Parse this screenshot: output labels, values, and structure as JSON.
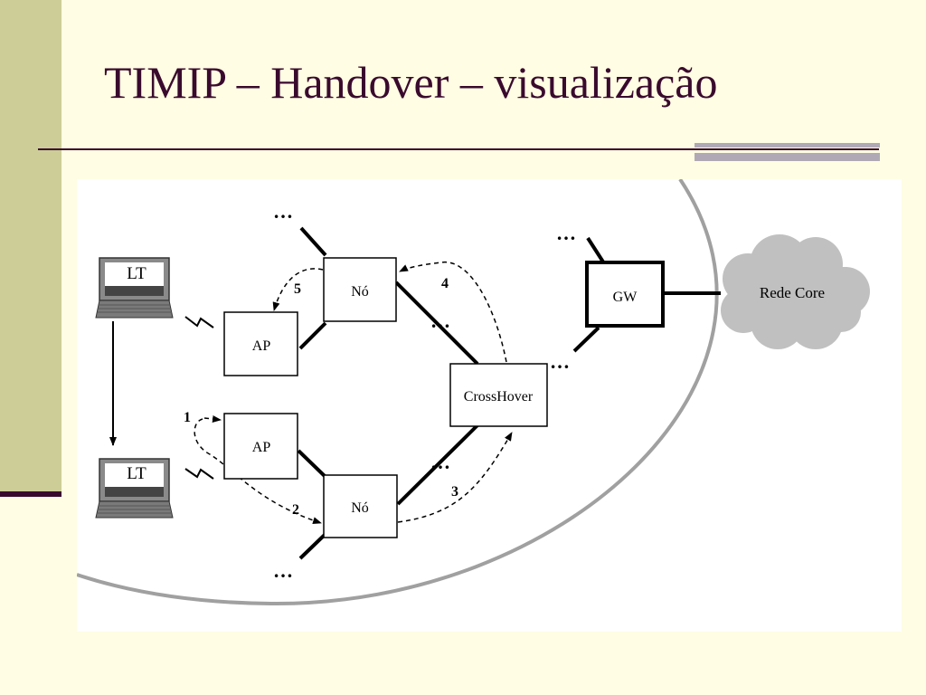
{
  "slide": {
    "title": "TIMIP – Handover – visualização"
  },
  "diagram": {
    "laptops": [
      {
        "label": "LT"
      },
      {
        "label": "LT"
      }
    ],
    "nodes": {
      "ap_top": "AP",
      "ap_bottom": "AP",
      "no_top": "Nó",
      "no_bottom": "Nó",
      "crosshover": "CrossHover",
      "gw": "GW"
    },
    "cloud_label": "Rede Core",
    "ellipsis": "…",
    "steps": [
      "1",
      "2",
      "3",
      "4",
      "5"
    ]
  },
  "colors": {
    "title": "#3a0a2e",
    "background": "#fffde3",
    "sidebar": "#cdcd98",
    "cloud": "#c0c0c0",
    "boundary": "#a0a0a0"
  }
}
